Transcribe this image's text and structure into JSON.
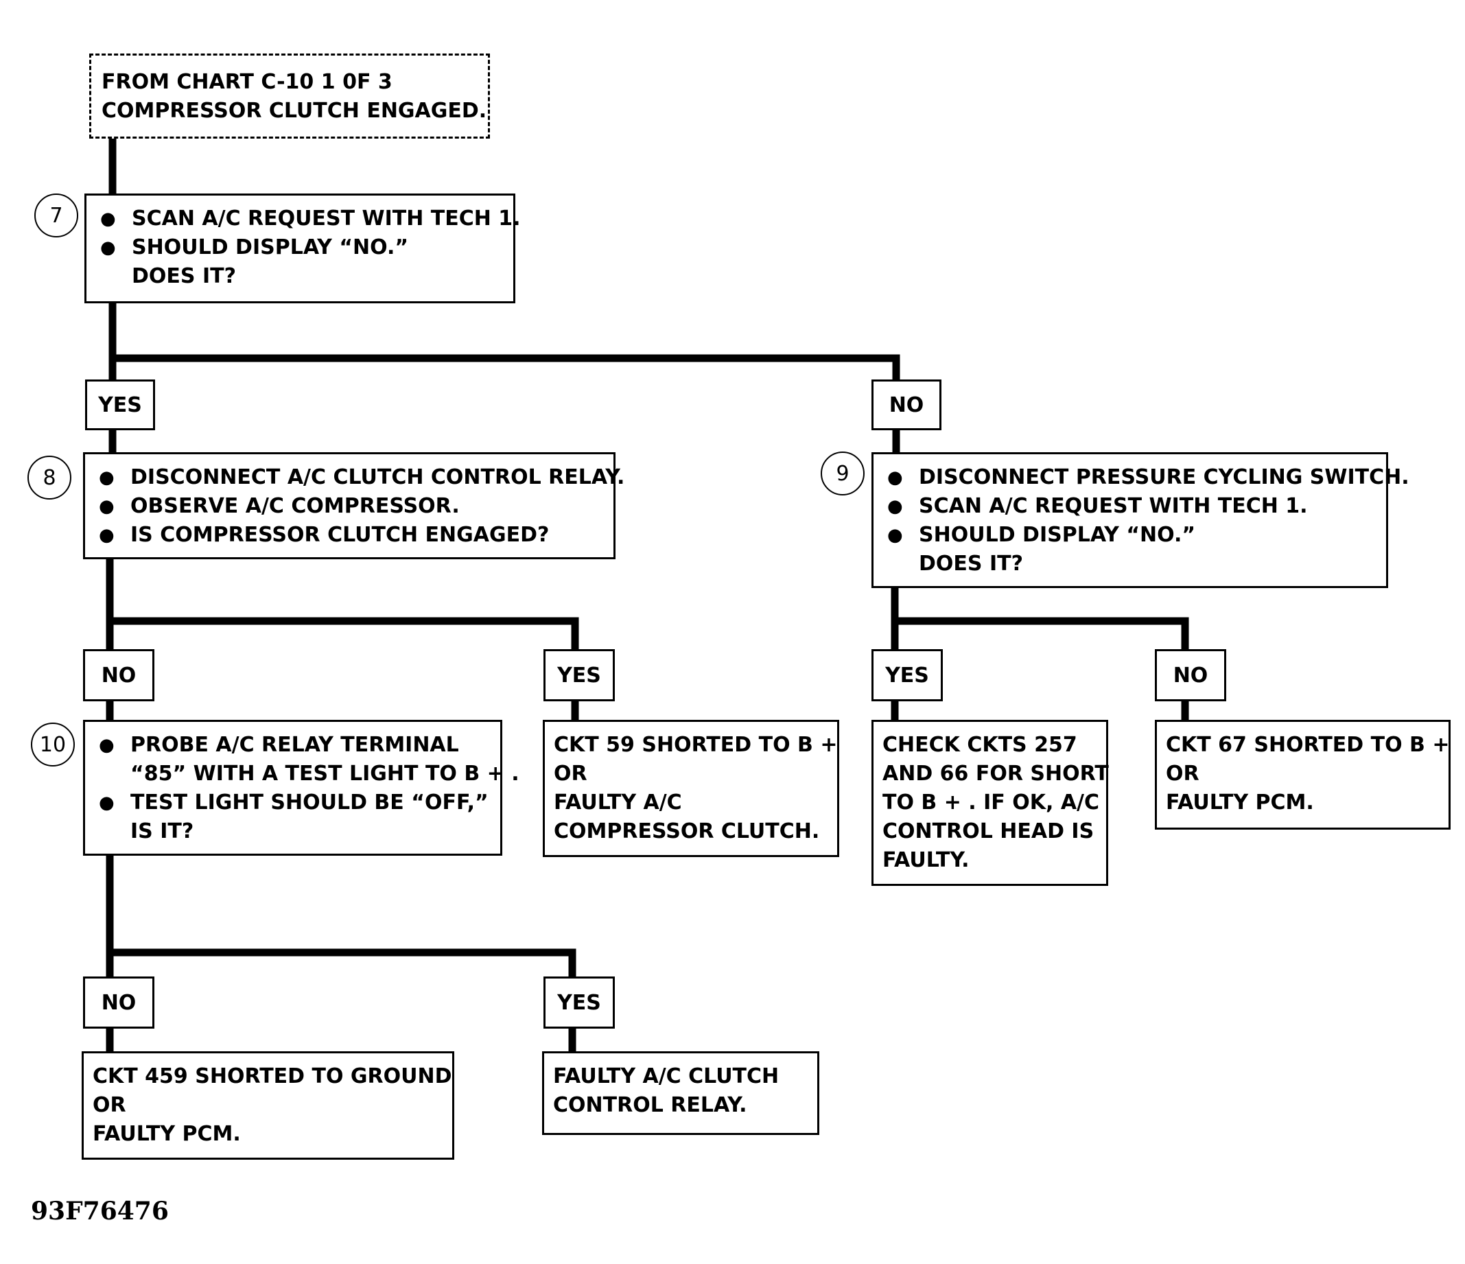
{
  "start": {
    "lines": [
      "FROM CHART C-10  1 0F 3",
      "COMPRESSOR CLUTCH ENGAGED."
    ]
  },
  "steps": {
    "s7": {
      "number": "7",
      "lines": [
        "SCAN A/C REQUEST WITH TECH 1.",
        "SHOULD DISPLAY “NO.”",
        "DOES IT?"
      ]
    },
    "s8": {
      "number": "8",
      "lines": [
        "DISCONNECT A/C CLUTCH CONTROL RELAY.",
        "OBSERVE A/C COMPRESSOR.",
        "IS COMPRESSOR CLUTCH ENGAGED?"
      ]
    },
    "s9": {
      "number": "9",
      "lines": [
        "DISCONNECT PRESSURE CYCLING SWITCH.",
        "SCAN A/C REQUEST WITH TECH 1.",
        "SHOULD DISPLAY “NO.”",
        "DOES IT?"
      ]
    },
    "s10": {
      "number": "10",
      "lines": [
        "PROBE A/C RELAY TERMINAL",
        "“85” WITH A TEST LIGHT TO B + .",
        "TEST LIGHT SHOULD BE “OFF,”",
        "IS IT?"
      ]
    }
  },
  "labels": {
    "s7_yes": "YES",
    "s7_no": "NO",
    "s8_no": "NO",
    "s8_yes": "YES",
    "s9_yes": "YES",
    "s9_no": "NO",
    "s10_no": "NO",
    "s10_yes": "YES"
  },
  "results": {
    "r8_yes": [
      "CKT 59 SHORTED TO B +",
      "OR",
      "FAULTY A/C",
      "COMPRESSOR CLUTCH."
    ],
    "r9_yes": [
      "CHECK CKTS 257",
      "AND 66 FOR SHORT",
      "TO B + .  IF OK, A/C",
      "CONTROL HEAD IS",
      "FAULTY."
    ],
    "r9_no": [
      "CKT 67 SHORTED TO B +",
      "OR",
      "FAULTY PCM."
    ],
    "r10_no": [
      "CKT 459 SHORTED TO GROUND",
      "OR",
      "FAULTY PCM."
    ],
    "r10_yes": [
      "FAULTY A/C CLUTCH",
      "CONTROL RELAY."
    ]
  },
  "figure_id": "93F76476"
}
